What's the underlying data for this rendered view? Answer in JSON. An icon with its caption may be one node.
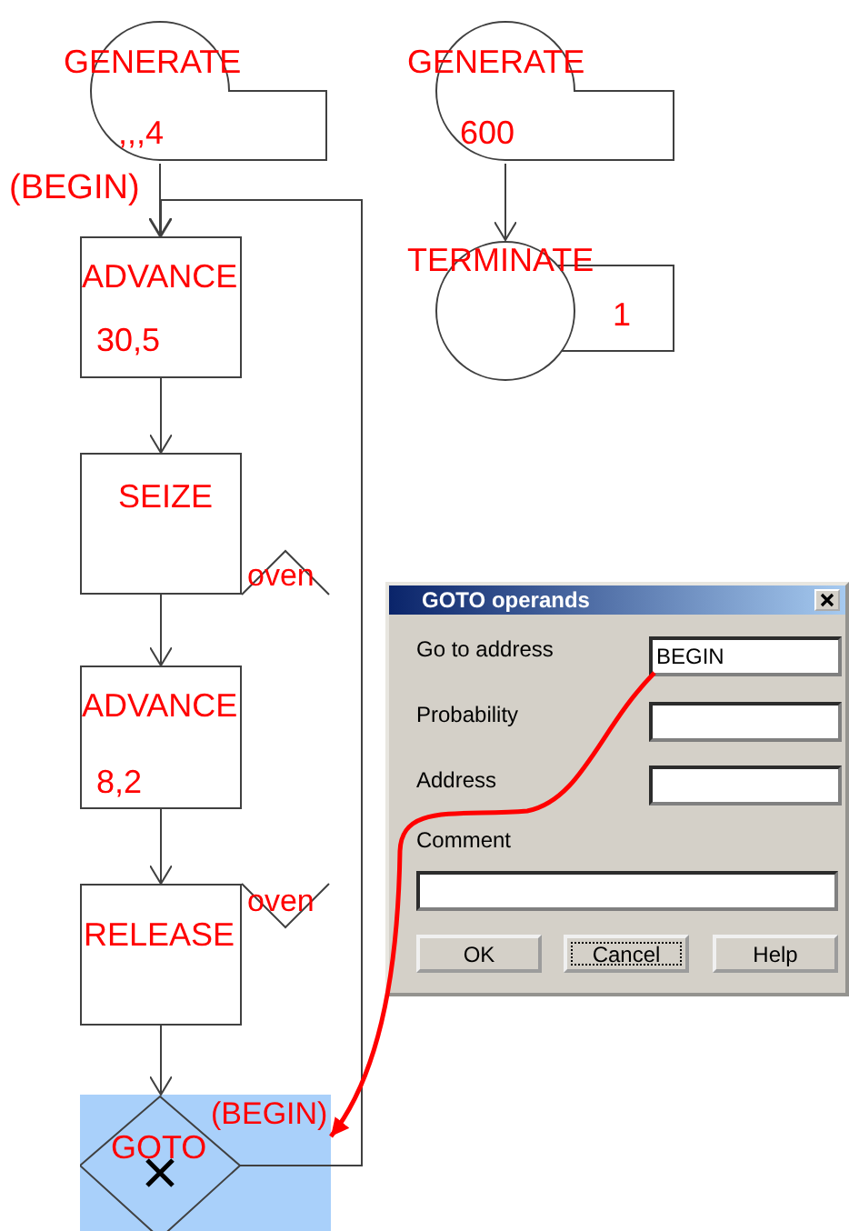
{
  "diagram": {
    "nodes": [
      {
        "text": [
          "GENERATE",
          ",,,4"
        ]
      },
      {
        "text": [
          "GENERATE",
          "600"
        ]
      },
      {
        "text": [
          "ADVANCE",
          "30,5"
        ]
      },
      {
        "text": [
          "TERMINATE",
          "1"
        ]
      },
      {
        "text": [
          "SEIZE"
        ]
      },
      {
        "text": [
          "oven"
        ]
      },
      {
        "text": [
          "GOTO operands"
        ]
      },
      {
        "text": [
          "BEGIN"
        ],
        "in": 6
      },
      {
        "text": [],
        "shape": "box",
        "in": 6
      },
      {
        "text": [],
        "shape": "box",
        "in": 6
      },
      {
        "text": [],
        "shape": "box",
        "in": 6
      },
      {
        "text": [
          "OK"
        ],
        "in": 6
      },
      {
        "text": [
          "Cancel"
        ],
        "in": 6
      },
      {
        "text": [
          "Help"
        ],
        "in": 6
      },
      {
        "text": [
          "ADVANCE",
          "8,2"
        ]
      },
      {
        "text": [
          "RELEASE"
        ]
      },
      {
        "text": [
          "oven"
        ]
      },
      {
        "text": [
          "GOTO",
          "(BEGIN)"
        ]
      }
    ],
    "edges": [
      {
        "from": 0,
        "to": 2,
        "arrow": "to"
      },
      {
        "from": 1,
        "to": 3,
        "arrow": "to"
      },
      {
        "from": 2,
        "to": 4,
        "arrow": "to"
      },
      {
        "from": 4,
        "to": 14,
        "arrow": "to"
      },
      {
        "from": 14,
        "to": 15,
        "arrow": "to"
      },
      {
        "from": 15,
        "to": 17,
        "arrow": "to"
      },
      {
        "from": 17,
        "to": 2,
        "arrow": "to"
      },
      {
        "from": 7,
        "to": 17,
        "arrow": "to",
        "style": "thick",
        "color": "#ff0000"
      }
    ],
    "labels": [
      "(BEGIN)",
      "Go to address",
      "Probability",
      "Address",
      "Comment"
    ]
  }
}
